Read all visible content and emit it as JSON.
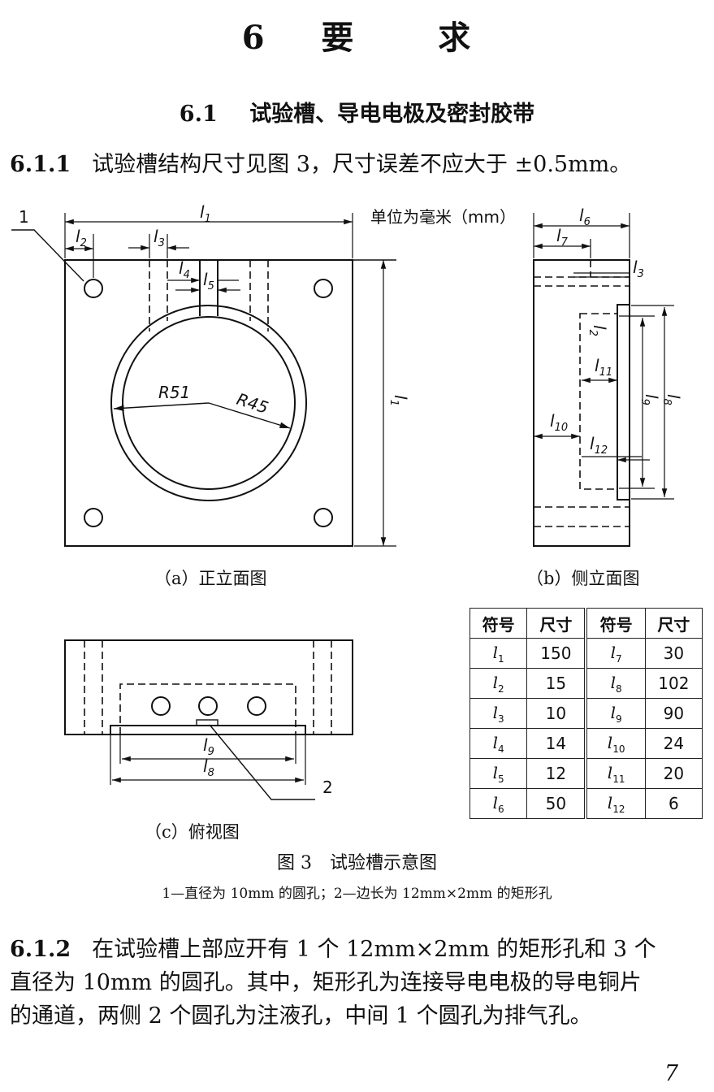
{
  "heading": {
    "number": "6",
    "title_a": "要",
    "title_b": "求"
  },
  "section": {
    "number": "6.1",
    "title": "试验槽、导电电极及密封胶带"
  },
  "clause_611": {
    "number": "6.1.1",
    "text": "试验槽结构尺寸见图 3，尺寸误差不应大于 ±0.5mm。"
  },
  "figure": {
    "unit_note": "单位为毫米（mm）",
    "caption_a": "（a）正立面图",
    "caption_b": "（b）侧立面图",
    "caption_c": "（c）俯视图",
    "title": "图 3　试验槽示意图",
    "note": "1—直径为 10mm 的圆孔；2—边长为 12mm×2mm 的矩形孔",
    "callout_1": "1",
    "callout_2": "2",
    "radius_outer": "R51",
    "radius_inner": "R45",
    "labels": {
      "l1": "l",
      "l1s": "1",
      "l2": "l",
      "l2s": "2",
      "l3": "l",
      "l3s": "3",
      "l4": "l",
      "l4s": "4",
      "l5": "l",
      "l5s": "5",
      "l6": "l",
      "l6s": "6",
      "l7": "l",
      "l7s": "7",
      "l8": "l",
      "l8s": "8",
      "l9": "l",
      "l9s": "9",
      "l10": "l",
      "l10s": "10",
      "l11": "l",
      "l11s": "11",
      "l12": "l",
      "l12s": "12"
    }
  },
  "table": {
    "headers": [
      "符号",
      "尺寸",
      "符号",
      "尺寸"
    ],
    "rows": [
      {
        "s1": "l",
        "n1": "1",
        "v1": "150",
        "s2": "l",
        "n2": "7",
        "v2": "30"
      },
      {
        "s1": "l",
        "n1": "2",
        "v1": "15",
        "s2": "l",
        "n2": "8",
        "v2": "102"
      },
      {
        "s1": "l",
        "n1": "3",
        "v1": "10",
        "s2": "l",
        "n2": "9",
        "v2": "90"
      },
      {
        "s1": "l",
        "n1": "4",
        "v1": "14",
        "s2": "l",
        "n2": "10",
        "v2": "24"
      },
      {
        "s1": "l",
        "n1": "5",
        "v1": "12",
        "s2": "l",
        "n2": "11",
        "v2": "20"
      },
      {
        "s1": "l",
        "n1": "6",
        "v1": "50",
        "s2": "l",
        "n2": "12",
        "v2": "6"
      }
    ]
  },
  "clause_612": {
    "number": "6.1.2",
    "line1": "在试验槽上部应开有 1 个 12mm×2mm 的矩形孔和 3 个",
    "line2": "直径为 10mm 的圆孔。其中，矩形孔为连接导电电极的导电铜片",
    "line3": "的通道，两侧 2 个圆孔为注液孔，中间 1 个圆孔为排气孔。"
  },
  "page_number": "7"
}
